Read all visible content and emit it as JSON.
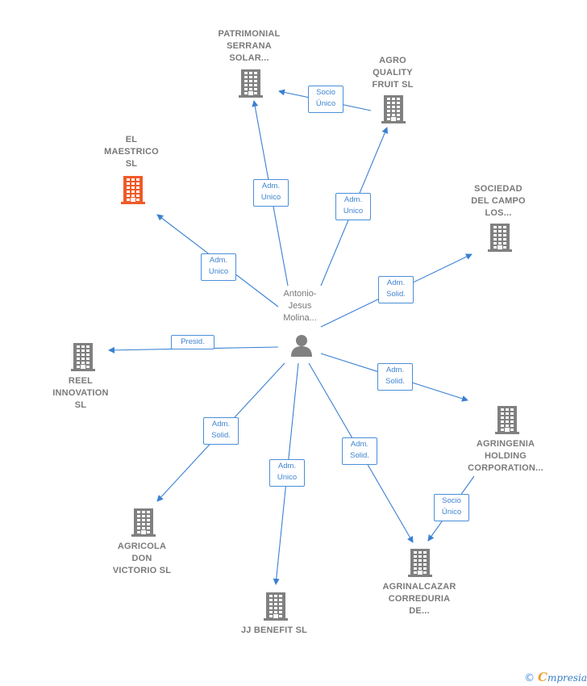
{
  "colors": {
    "link": "#3a80d2",
    "building": "#808080",
    "building_highlight": "#f05a28",
    "label_border": "#4a8fd8"
  },
  "center": {
    "name_lines": [
      "Antonio-",
      "Jesus",
      "Molina..."
    ],
    "icon": "person-icon"
  },
  "companies": [
    {
      "id": "patrimonial",
      "lines": [
        "PATRIMONIAL",
        "SERRANA",
        "SOLAR..."
      ],
      "highlight": false
    },
    {
      "id": "agro-quality",
      "lines": [
        "AGRO",
        "QUALITY",
        "FRUIT  SL"
      ],
      "highlight": false
    },
    {
      "id": "el-maestrico",
      "lines": [
        "EL",
        "MAESTRICO",
        "SL"
      ],
      "highlight": true
    },
    {
      "id": "sociedad-campo",
      "lines": [
        "SOCIEDAD",
        "DEL CAMPO",
        "LOS..."
      ],
      "highlight": false
    },
    {
      "id": "reel-innovation",
      "lines": [
        "REEL",
        "INNOVATION",
        "SL"
      ],
      "highlight": false
    },
    {
      "id": "agringenia",
      "lines": [
        "AGRINGENIA",
        "HOLDING",
        "CORPORATION..."
      ],
      "highlight": false
    },
    {
      "id": "agricola-don",
      "lines": [
        "AGRICOLA",
        "DON",
        "VICTORIO SL"
      ],
      "highlight": false
    },
    {
      "id": "jj-benefit",
      "lines": [
        "JJ BENEFIT  SL"
      ],
      "highlight": false
    },
    {
      "id": "agrinalcazar",
      "lines": [
        "AGRINALCAZAR",
        "CORREDURIA",
        "DE..."
      ],
      "highlight": false
    }
  ],
  "edges": [
    {
      "from": "center",
      "to": "patrimonial",
      "lines": [
        "Adm.",
        "Unico"
      ]
    },
    {
      "from": "center",
      "to": "agro-quality",
      "lines": [
        "Adm.",
        "Unico"
      ]
    },
    {
      "from": "center",
      "to": "el-maestrico",
      "lines": [
        "Adm.",
        "Unico"
      ]
    },
    {
      "from": "center",
      "to": "sociedad-campo",
      "lines": [
        "Adm.",
        "Solid."
      ]
    },
    {
      "from": "center",
      "to": "reel-innovation",
      "lines": [
        "Presid."
      ]
    },
    {
      "from": "center",
      "to": "agringenia",
      "lines": [
        "Adm.",
        "Solid."
      ]
    },
    {
      "from": "center",
      "to": "agricola-don",
      "lines": [
        "Adm.",
        "Solid."
      ]
    },
    {
      "from": "center",
      "to": "jj-benefit",
      "lines": [
        "Adm.",
        "Unico"
      ]
    },
    {
      "from": "center",
      "to": "agrinalcazar",
      "lines": [
        "Adm.",
        "Solid."
      ]
    },
    {
      "from": "agro-quality",
      "to": "patrimonial",
      "lines": [
        "Socio",
        "Único"
      ]
    },
    {
      "from": "agringenia",
      "to": "agrinalcazar",
      "lines": [
        "Socio",
        "Único"
      ]
    }
  ],
  "footer": {
    "copyright": "©",
    "brand_initial": "C",
    "brand_rest": "mpresia"
  }
}
